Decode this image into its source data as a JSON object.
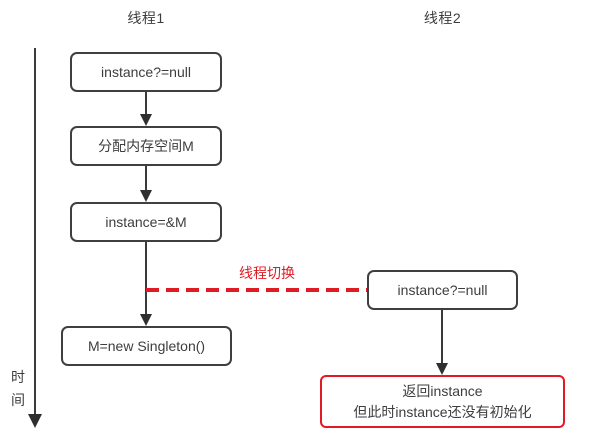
{
  "diagram": {
    "title_context": "singleton-race-condition-sequence",
    "headers": {
      "thread1": "线程1",
      "thread2": "线程2"
    },
    "time_axis": {
      "label_char1": "时",
      "label_char2": "间"
    },
    "thread1_nodes": {
      "check_null": "instance?=null",
      "allocate_memory": "分配内存空间M",
      "assign_instance": "instance=&M",
      "new_singleton": "M=new Singleton()"
    },
    "thread2_nodes": {
      "check_null": "instance?=null",
      "result_line1": "返回instance",
      "result_line2": "但此时instance还没有初始化"
    },
    "context_switch": {
      "label": "线程切换"
    },
    "colors": {
      "accent_red": "#e01b24",
      "line_dark": "#3a3a3a",
      "box_border": "#3f3f3f",
      "text": "#3d3d3d",
      "background": "#ffffff"
    }
  }
}
